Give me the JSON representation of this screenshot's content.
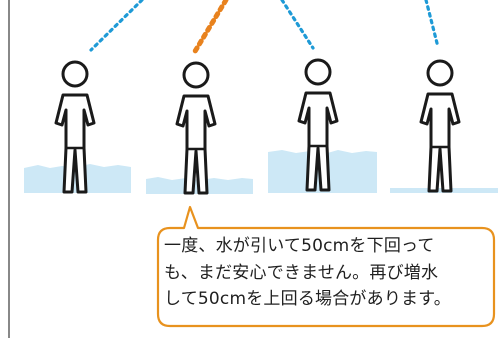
{
  "diagram": {
    "figures": [
      {
        "id": "person-1",
        "signal_color": "#1e9ad6",
        "signal_style": "dotted-blue",
        "water_level": "knee"
      },
      {
        "id": "person-2",
        "signal_color": "#e8821e",
        "signal_style": "dotted-orange-highlighted",
        "water_level": "ankle"
      },
      {
        "id": "person-3",
        "signal_color": "#1e9ad6",
        "signal_style": "dotted-blue",
        "water_level": "thigh"
      },
      {
        "id": "person-4",
        "signal_color": "#1e9ad6",
        "signal_style": "dotted-blue",
        "water_level": "receded"
      }
    ],
    "water_color": "#cde8f6",
    "callout": {
      "border_color": "#e8921e",
      "points_to": "person-2",
      "lines": [
        "一度、水が引いて50cmを下回って",
        "も、まだ安心できません。再び増水",
        "して50cmを上回る場合があります。"
      ]
    }
  }
}
